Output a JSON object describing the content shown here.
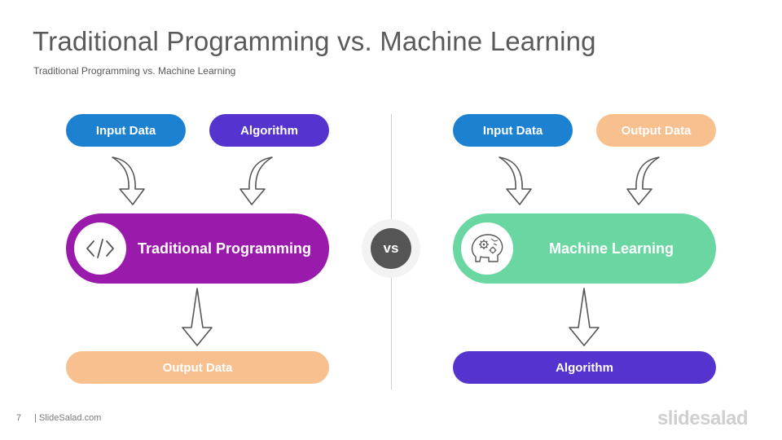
{
  "header": {
    "title": "Traditional Programming vs. Machine Learning",
    "subtitle": "Traditional Programming  vs. Machine Learning"
  },
  "left": {
    "input_a": "Input Data",
    "input_b": "Algorithm",
    "center": "Traditional Programming",
    "center_icon": "code-icon",
    "output": "Output Data"
  },
  "right": {
    "input_a": "Input Data",
    "input_b": "Output Data",
    "center": "Machine Learning",
    "center_icon": "brain-gear-icon",
    "output": "Algorithm"
  },
  "vs_label": "vs",
  "footer": {
    "page_number": "7",
    "source": "| SlideSalad.com",
    "logo": "slidesalad"
  },
  "colors": {
    "blue": "#1c81d1",
    "violet": "#5533cf",
    "purple": "#9a1aab",
    "peach": "#f8c08f",
    "green": "#6ad7a2",
    "vs": "#555555"
  }
}
